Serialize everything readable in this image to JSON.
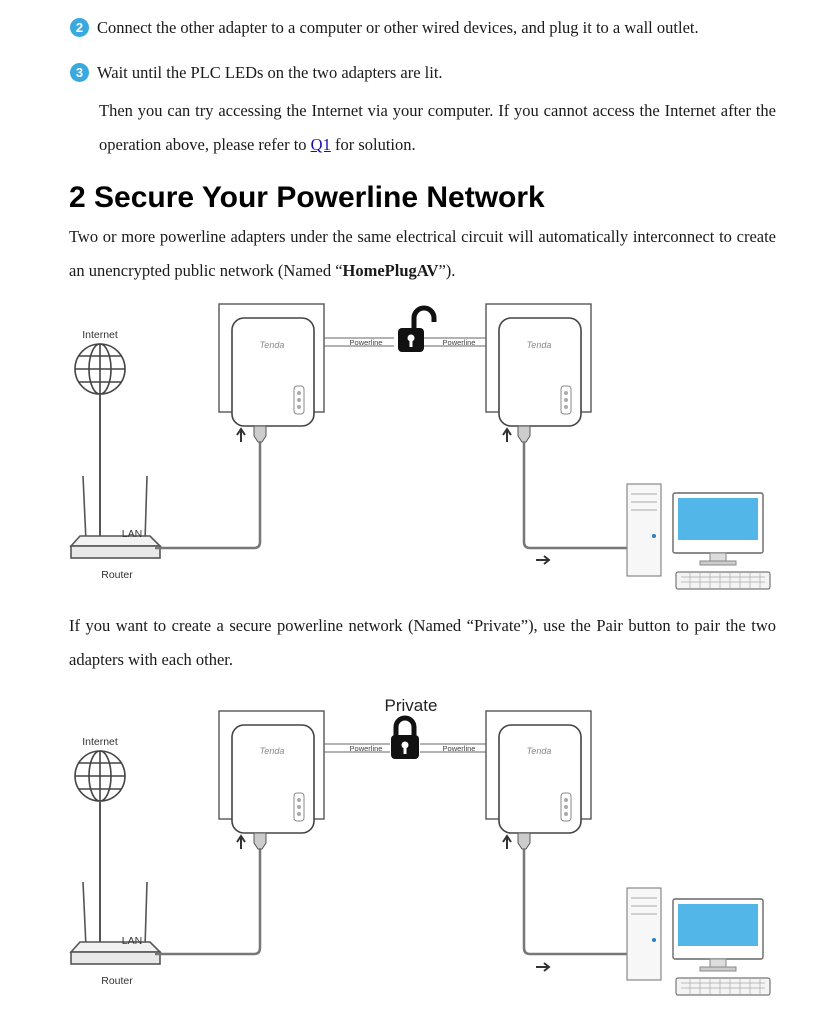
{
  "steps": [
    {
      "number": "2",
      "text": "Connect the other adapter to a computer or other wired devices, and plug it to a wall outlet."
    },
    {
      "number": "3",
      "text": "Wait until the PLC LEDs on the two adapters are lit."
    }
  ],
  "step3_followup": {
    "before": "Then you can try accessing the Internet via your computer. If you cannot access the Internet after the operation above, please refer to ",
    "link": "Q1",
    "after": " for solution."
  },
  "section_title": "2 Secure Your Powerline Network",
  "intro": {
    "before": "Two or more powerline adapters under the same electrical circuit will automatically interconnect to create an unencrypted public network (Named “",
    "bold": "HomePlugAV",
    "after": "”)."
  },
  "secure_text": "If you want to create a secure powerline network (Named “Private”), use the Pair button to pair the two adapters with each other.",
  "diagram1": {
    "internet_label": "Internet",
    "lan_label": "LAN",
    "router_label": "Router",
    "adapter_brand_left": "Tenda",
    "adapter_brand_right": "Tenda",
    "powerline_left": "Powerline",
    "powerline_right": "Powerline",
    "lock_state": "unlocked"
  },
  "diagram2": {
    "network_name": "Private",
    "internet_label": "Internet",
    "lan_label": "LAN",
    "router_label": "Router",
    "adapter_brand_left": "Tenda",
    "adapter_brand_right": "Tenda",
    "powerline_left": "Powerline",
    "powerline_right": "Powerline",
    "lock_state": "locked"
  },
  "colors": {
    "step_badge": "#39a9e0",
    "link": "#1a0dab",
    "monitor_screen": "#52b7e8"
  }
}
